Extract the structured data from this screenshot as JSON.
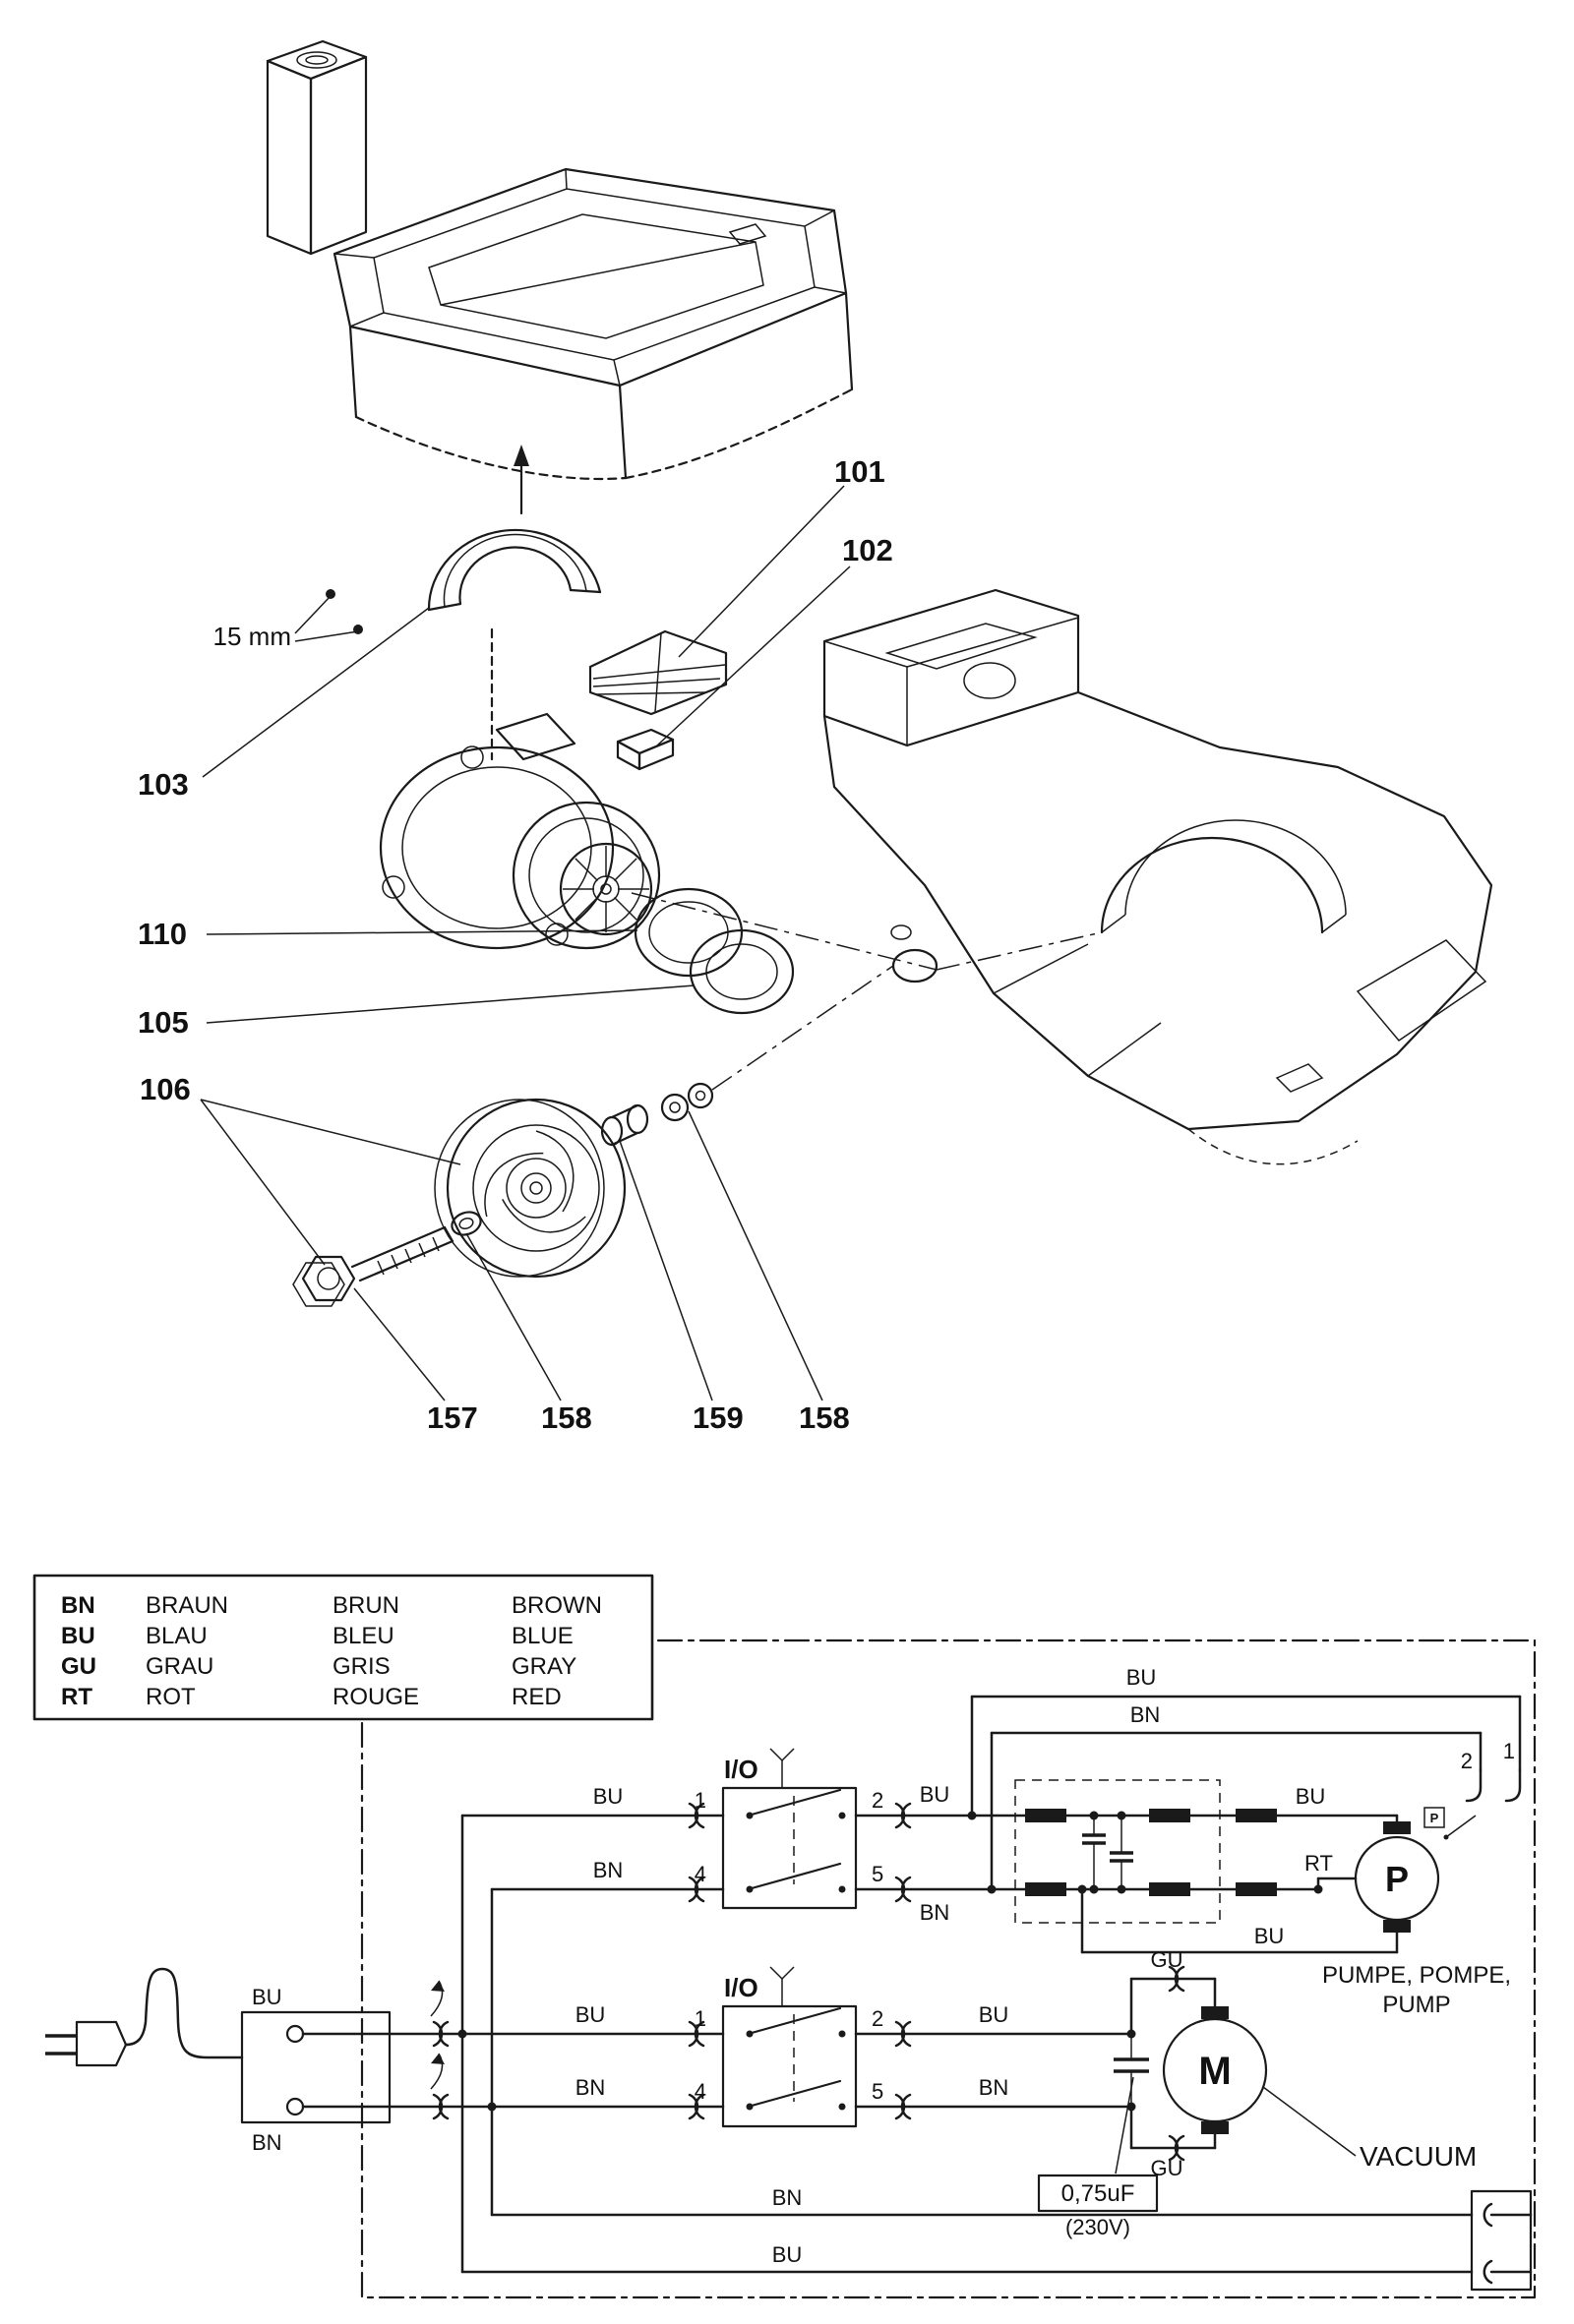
{
  "figure": {
    "background": "#ffffff",
    "ink": "#1a1a1a"
  },
  "exploded_view": {
    "dimension_label": "15 mm",
    "part_labels": {
      "p101": "101",
      "p102": "102",
      "p103": "103",
      "p110": "110",
      "p105": "105",
      "p106": "106",
      "p157": "157",
      "p158": "158",
      "p159": "159"
    }
  },
  "legend": {
    "rows": [
      {
        "code": "BN",
        "de": "BRAUN",
        "fr": "BRUN",
        "en": "BROWN"
      },
      {
        "code": "BU",
        "de": "BLAU",
        "fr": "BLEU",
        "en": "BLUE"
      },
      {
        "code": "GU",
        "de": "GRAU",
        "fr": "GRIS",
        "en": "GRAY"
      },
      {
        "code": "RT",
        "de": "ROT",
        "fr": "ROUGE",
        "en": "RED"
      }
    ]
  },
  "wiring": {
    "io_label": "I/O",
    "pins": {
      "n1": "1",
      "n2": "2",
      "n4": "4",
      "n5": "5"
    },
    "codes": {
      "bu": "BU",
      "bn": "BN",
      "gu": "GU",
      "rt": "RT"
    },
    "pump": {
      "symbol": "P",
      "pressure_switch_label": "P",
      "plug_pin_2": "2",
      "plug_pin_1": "1",
      "caption_line1": "PUMPE, POMPE,",
      "caption_line2": "PUMP"
    },
    "vacuum": {
      "symbol": "M",
      "caption": "VACUUM"
    },
    "capacitor": {
      "value": "0,75uF",
      "voltage": "(230V)"
    }
  }
}
